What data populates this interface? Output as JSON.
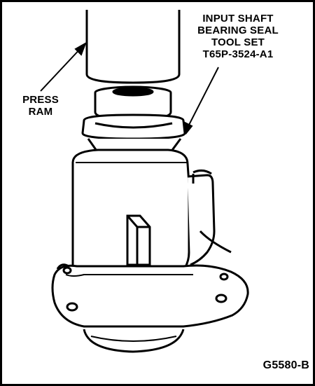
{
  "labels": {
    "tool_set": {
      "line1": "INPUT SHAFT",
      "line2": "BEARING SEAL",
      "line3": "TOOL SET",
      "line4": "T65P-3524-A1"
    },
    "press_ram": {
      "line1": "PRESS",
      "line2": "RAM"
    },
    "figure_id": "G5580-B"
  },
  "colors": {
    "line": "#000000",
    "background": "#ffffff",
    "shade": "#000000"
  }
}
